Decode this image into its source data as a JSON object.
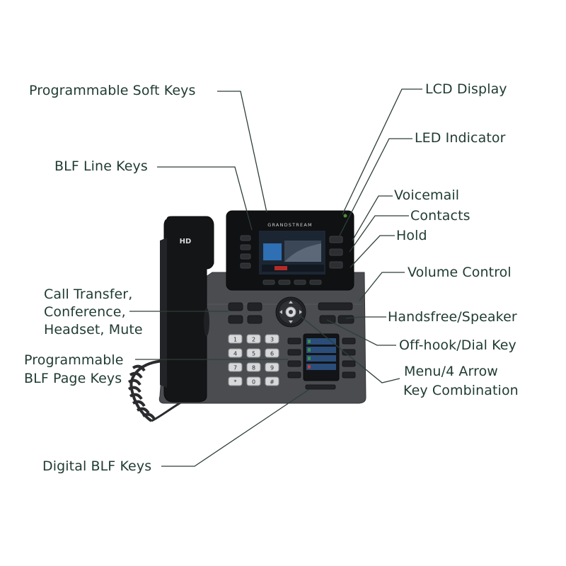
{
  "diagram": {
    "label_color": "#1f3b31",
    "line_color": "#2d3f37",
    "labels": {
      "soft_keys": "Programmable Soft Keys",
      "blf_line_keys": "BLF Line Keys",
      "call_transfer": [
        "Call Transfer,",
        "Conference,",
        "Headset, Mute"
      ],
      "blf_page_keys": [
        "Programmable",
        "BLF Page Keys"
      ],
      "digital_blf_keys": "Digital BLF Keys",
      "lcd_display": "LCD Display",
      "led_indicator": "LED Indicator",
      "voicemail": "Voicemail",
      "contacts": "Contacts",
      "hold": "Hold",
      "volume_control": "Volume Control",
      "handsfree_speaker": "Handsfree/Speaker",
      "offhook_dial": "Off-hook/Dial Key",
      "menu_arrow": [
        "Menu/4 Arrow",
        "Key Combination"
      ]
    }
  },
  "phone": {
    "brand": "GRANDSTREAM",
    "handset_badge": "HD",
    "body_color": "#4a4c50",
    "keys": [
      "1",
      "2",
      "3",
      "4",
      "5",
      "6",
      "7",
      "8",
      "9",
      "*",
      "0",
      "#"
    ]
  }
}
